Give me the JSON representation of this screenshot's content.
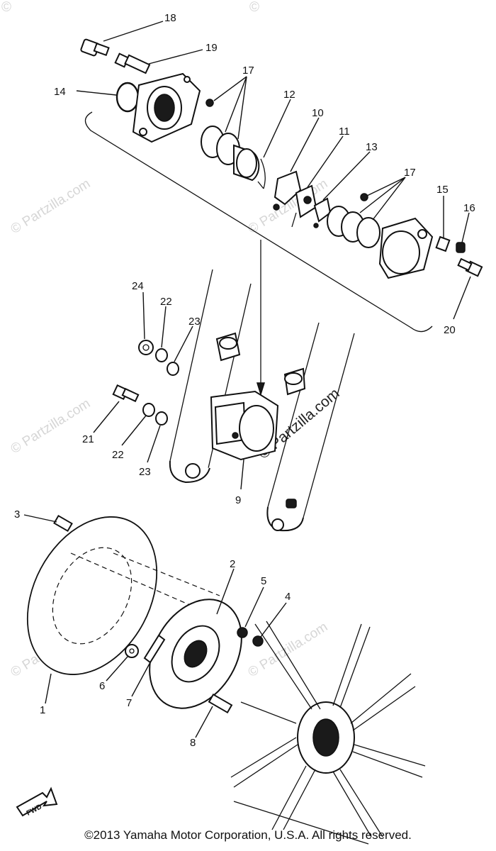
{
  "callouts": [
    "1",
    "2",
    "3",
    "4",
    "5",
    "6",
    "7",
    "8",
    "9",
    "10",
    "11",
    "12",
    "13",
    "14",
    "15",
    "16",
    "17",
    "17",
    "18",
    "19",
    "20",
    "21",
    "22",
    "22",
    "23",
    "23",
    "24"
  ],
  "watermark": {
    "text": "© Partzilla.com",
    "corner_mark": "©"
  },
  "fwd_label": "FWD",
  "copyright": "©2013 Yamaha Motor Corporation, U.S.A. All rights reserved."
}
